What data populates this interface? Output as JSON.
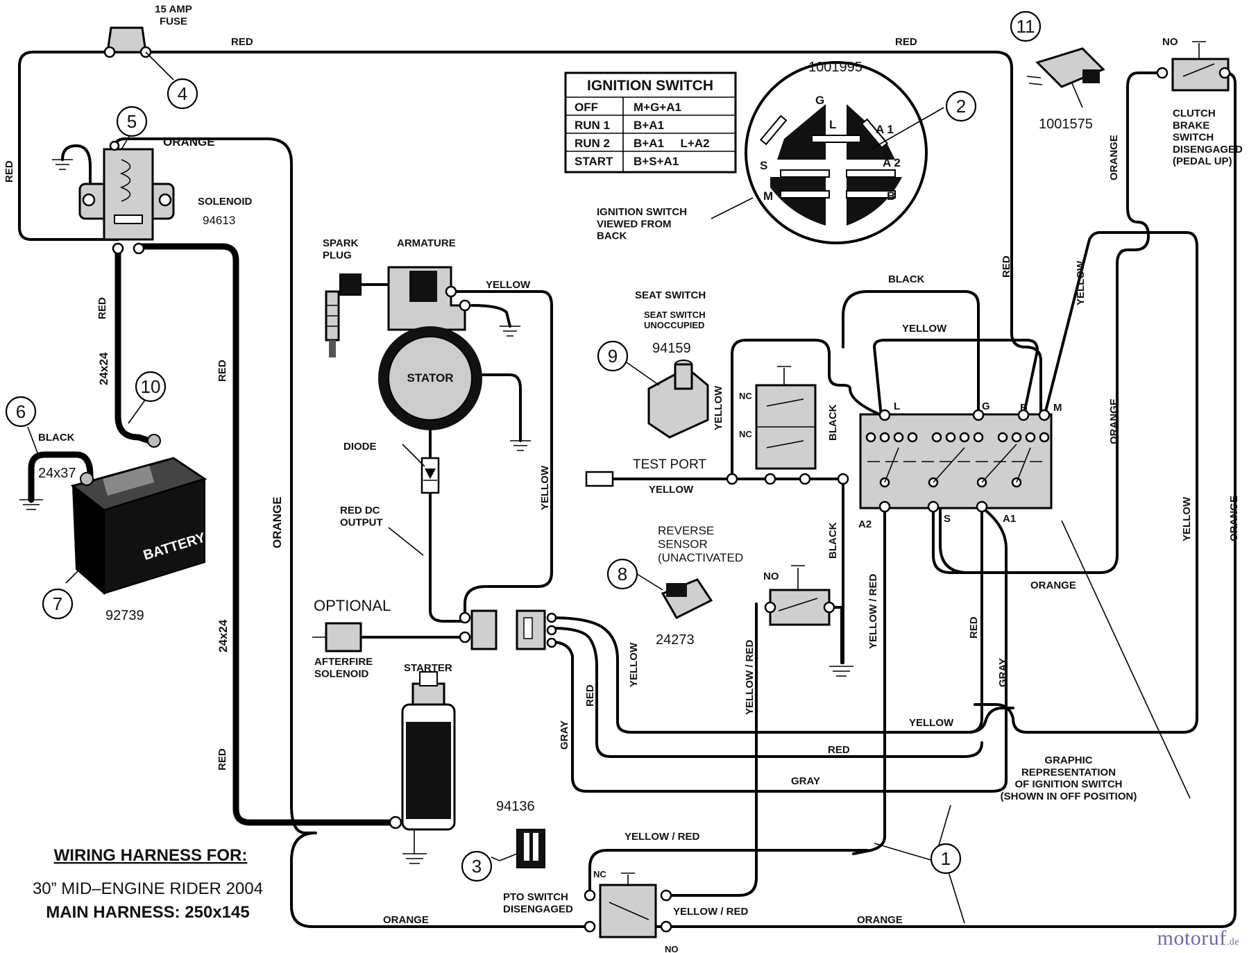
{
  "labels": {
    "fuse": "15 AMP\nFUSE",
    "red_top_left": "RED",
    "red_top_right": "RED",
    "red_left_vertical": "RED",
    "orange_solenoid": "ORANGE",
    "solenoid": "SOLENOID",
    "solenoid_part": "94613",
    "red_batt_cable": "RED",
    "batt_cable_size": "24x24",
    "red_starter_cable_top": "RED",
    "starter_cable_size": "24x24",
    "red_starter_cable_bottom": "RED",
    "orange_vertical_left": "ORANGE",
    "black_ground": "BLACK",
    "ground_cable_size": "24x37",
    "battery": "BATTERY",
    "battery_part": "92739",
    "spark_plug": "SPARK\nPLUG",
    "armature": "ARMATURE",
    "stator": "STATOR",
    "yellow_armature": "YELLOW",
    "diode": "DIODE",
    "red_dc_output": "RED DC\nOUTPUT",
    "yellow_vertical_stator": "YELLOW",
    "optional": "OPTIONAL",
    "afterfire_solenoid": "AFTERFIRE\nSOLENOID",
    "starter": "STARTER",
    "pto_part": "94136",
    "pto_switch": "PTO SWITCH\nDISENGAGED",
    "ignition_table_title": "IGNITION SWITCH",
    "ignition_part": "1001995",
    "ignition_viewed": "IGNITION SWITCH\nVIEWED FROM\nBACK",
    "seat_switch": "SEAT SWITCH",
    "seat_unoccupied": "SEAT SWITCH\nUNOCCUPIED",
    "seat_part": "94159",
    "test_port": "TEST PORT",
    "yellow_test_port": "YELLOW",
    "yellow_seat": "YELLOW",
    "nc1": "NC",
    "nc2": "NC",
    "black_seat": "BLACK",
    "black_top": "BLACK",
    "yellow_top": "YELLOW",
    "red_right_vertical": "RED",
    "yellow_right_diag": "YELLOW",
    "orange_right_inner": "ORANGE",
    "orange_clutch": "ORANGE",
    "clutch_part": "1001575",
    "clutch_no": "NO",
    "clutch_switch": "CLUTCH\nBRAKE\nSWITCH\nDISENGAGED\n(PEDAL UP)",
    "term_L": "L",
    "term_G": "G",
    "term_B": "B",
    "term_M": "M",
    "term_A2": "A2",
    "term_S": "S",
    "term_A1": "A1",
    "orange_bottom_ign": "ORANGE",
    "yellow_right_outer": "YELLOW",
    "orange_right_outer": "ORANGE",
    "reverse_sensor": "REVERSE\nSENSOR\n(UNACTIVATED",
    "reverse_part": "24273",
    "reverse_no": "NO",
    "black_reverse": "BLACK",
    "yellow_red_vert1": "YELLOW / RED",
    "yellow_red_vert2": "YELLOW / RED",
    "red_ign_vert": "RED",
    "gray_ign_vert": "GRAY",
    "yellow_harness": "YELLOW",
    "red_harness": "RED",
    "gray_harness": "GRAY",
    "yellow_harness_vert": "YELLOW",
    "red_harness_vert": "RED",
    "gray_harness_vert": "GRAY",
    "graphic_rep": "GRAPHIC\nREPRESENTATION\nOF IGNITION SWITCH\n(SHOWN IN OFF POSITION)",
    "yellow_red_pto_top": "YELLOW / RED",
    "yellow_red_pto_bottom": "YELLOW / RED",
    "pto_nc": "NC",
    "pto_no": "NO",
    "orange_bottom_left": "ORANGE",
    "orange_bottom_right": "ORANGE",
    "ign_key_G": "G",
    "ign_key_L": "L",
    "ign_key_A1": "A 1",
    "ign_key_A2": "A 2",
    "ign_key_S": "S",
    "ign_key_M": "M",
    "ign_key_B": "B"
  },
  "ignition_table": {
    "rows": [
      {
        "pos": "OFF",
        "conn": "M+G+A1"
      },
      {
        "pos": "RUN 1",
        "conn": "B+A1"
      },
      {
        "pos": "RUN 2",
        "conn": "B+A1     L+A2"
      },
      {
        "pos": "START",
        "conn": "B+S+A1"
      }
    ]
  },
  "callouts": [
    "1",
    "2",
    "3",
    "4",
    "5",
    "6",
    "7",
    "8",
    "9",
    "10",
    "11"
  ],
  "footer": {
    "heading": "WIRING HARNESS FOR:",
    "model": "30” MID–ENGINE RIDER 2004",
    "harness": "MAIN HARNESS: 250x145"
  },
  "watermark": {
    "brand": "motoruf",
    "tld": ".de"
  }
}
